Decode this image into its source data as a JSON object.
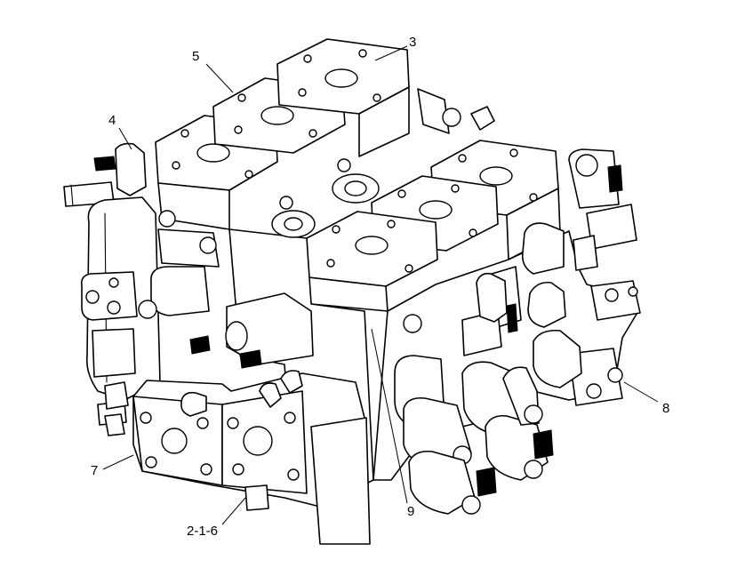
{
  "figure": {
    "callouts": {
      "c3": "3",
      "c5": "5",
      "c4": "4",
      "c8": "8",
      "c7": "7",
      "c9": "9",
      "c216": "2-1-6"
    }
  },
  "colors": {
    "line": "#000000",
    "background": "#ffffff"
  }
}
